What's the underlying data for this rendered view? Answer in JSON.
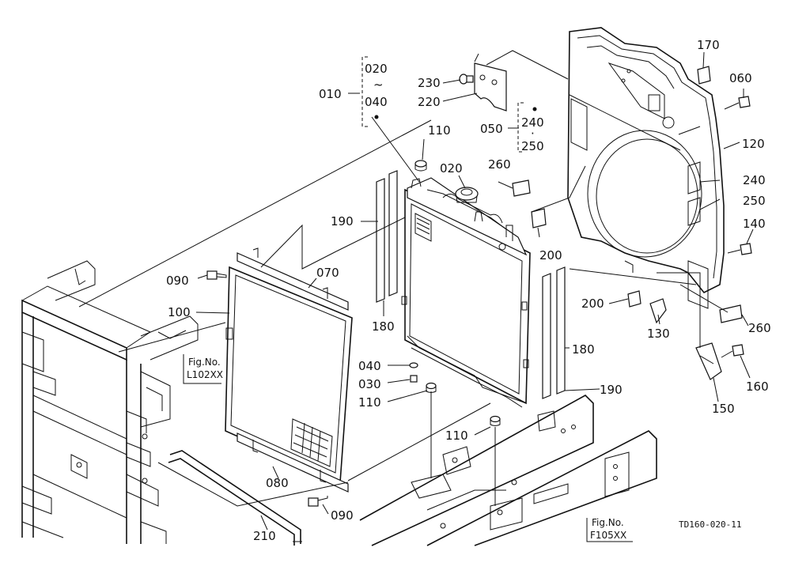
{
  "diagram": {
    "parts": [
      {
        "key": "p010",
        "label": "010"
      },
      {
        "key": "p020a",
        "label": "020"
      },
      {
        "key": "tilde",
        "label": "~"
      },
      {
        "key": "p040a",
        "label": "040"
      },
      {
        "key": "p230",
        "label": "230"
      },
      {
        "key": "p220",
        "label": "220"
      },
      {
        "key": "p110a",
        "label": "110"
      },
      {
        "key": "p020b",
        "label": "020"
      },
      {
        "key": "p050",
        "label": "050"
      },
      {
        "key": "p240a",
        "label": "240"
      },
      {
        "key": "dot",
        "label": "·"
      },
      {
        "key": "p250a",
        "label": "250"
      },
      {
        "key": "p170",
        "label": "170"
      },
      {
        "key": "p060",
        "label": "060"
      },
      {
        "key": "p120",
        "label": "120"
      },
      {
        "key": "p240b",
        "label": "240"
      },
      {
        "key": "p250b",
        "label": "250"
      },
      {
        "key": "p140",
        "label": "140"
      },
      {
        "key": "p260a",
        "label": "260"
      },
      {
        "key": "p190a",
        "label": "190"
      },
      {
        "key": "p200a",
        "label": "200"
      },
      {
        "key": "p090a",
        "label": "090"
      },
      {
        "key": "p070",
        "label": "070"
      },
      {
        "key": "p100",
        "label": "100"
      },
      {
        "key": "p180a",
        "label": "180"
      },
      {
        "key": "p200b",
        "label": "200"
      },
      {
        "key": "p130",
        "label": "130"
      },
      {
        "key": "p260b",
        "label": "260"
      },
      {
        "key": "p180b",
        "label": "180"
      },
      {
        "key": "p040b",
        "label": "040"
      },
      {
        "key": "p030",
        "label": "030"
      },
      {
        "key": "p110b",
        "label": "110"
      },
      {
        "key": "p190b",
        "label": "190"
      },
      {
        "key": "p160",
        "label": "160"
      },
      {
        "key": "p150",
        "label": "150"
      },
      {
        "key": "p110c",
        "label": "110"
      },
      {
        "key": "p080",
        "label": "080"
      },
      {
        "key": "p090b",
        "label": "090"
      },
      {
        "key": "p210",
        "label": "210"
      }
    ],
    "fig_refs": [
      {
        "key": "figA",
        "line1": "Fig.No.",
        "line2": "L102XX"
      },
      {
        "key": "figB",
        "line1": "Fig.No.",
        "line2": "F105XX"
      }
    ],
    "drawing_code": "TD160-020-11"
  }
}
